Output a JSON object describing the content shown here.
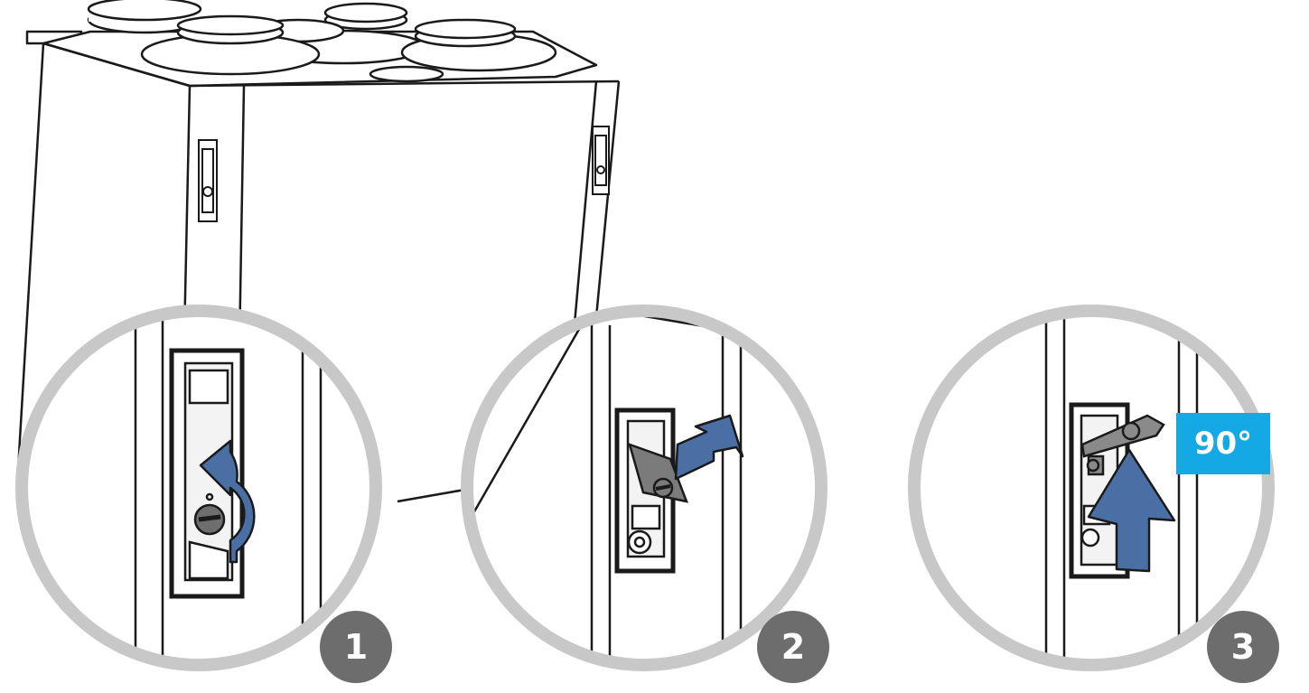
{
  "steps": [
    {
      "number": "1",
      "action": "rotate-counterclockwise"
    },
    {
      "number": "2",
      "action": "flip-open"
    },
    {
      "number": "3",
      "action": "lift-up"
    }
  ],
  "angle_label": "90°",
  "colors": {
    "arrow": "#4a6fa5",
    "lens_ring": "#c8c8c8",
    "badge": "#6d6d6d",
    "angle_box": "#14a9e5",
    "outline": "#1a1a1a"
  },
  "icons": [
    "unit-housing",
    "duct-connector",
    "door-latch",
    "rotate-arrow-icon",
    "flip-arrow-icon",
    "up-arrow-icon"
  ]
}
